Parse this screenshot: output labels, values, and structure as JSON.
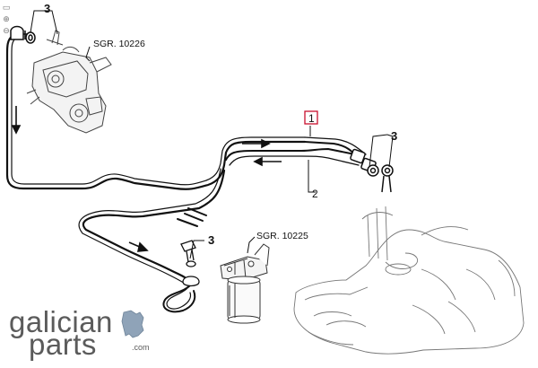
{
  "labels": {
    "callout_3_top": "3",
    "sgr_top": "SGR. 10226",
    "part_1": "1",
    "part_2": "2",
    "callout_3_right": "3",
    "callout_3_mid": "3",
    "sgr_mid": "SGR. 10225"
  },
  "logo": {
    "line1": "galician",
    "line2": "parts",
    "suffix": ".com"
  },
  "colors": {
    "line": "#111111",
    "highlight_box": "#c8102e",
    "logo_text": "#5b5b5b",
    "logo_mark": "#8fa3b8"
  },
  "icons": [
    "zoom-in-icon",
    "zoom-out-icon",
    "print-icon"
  ]
}
